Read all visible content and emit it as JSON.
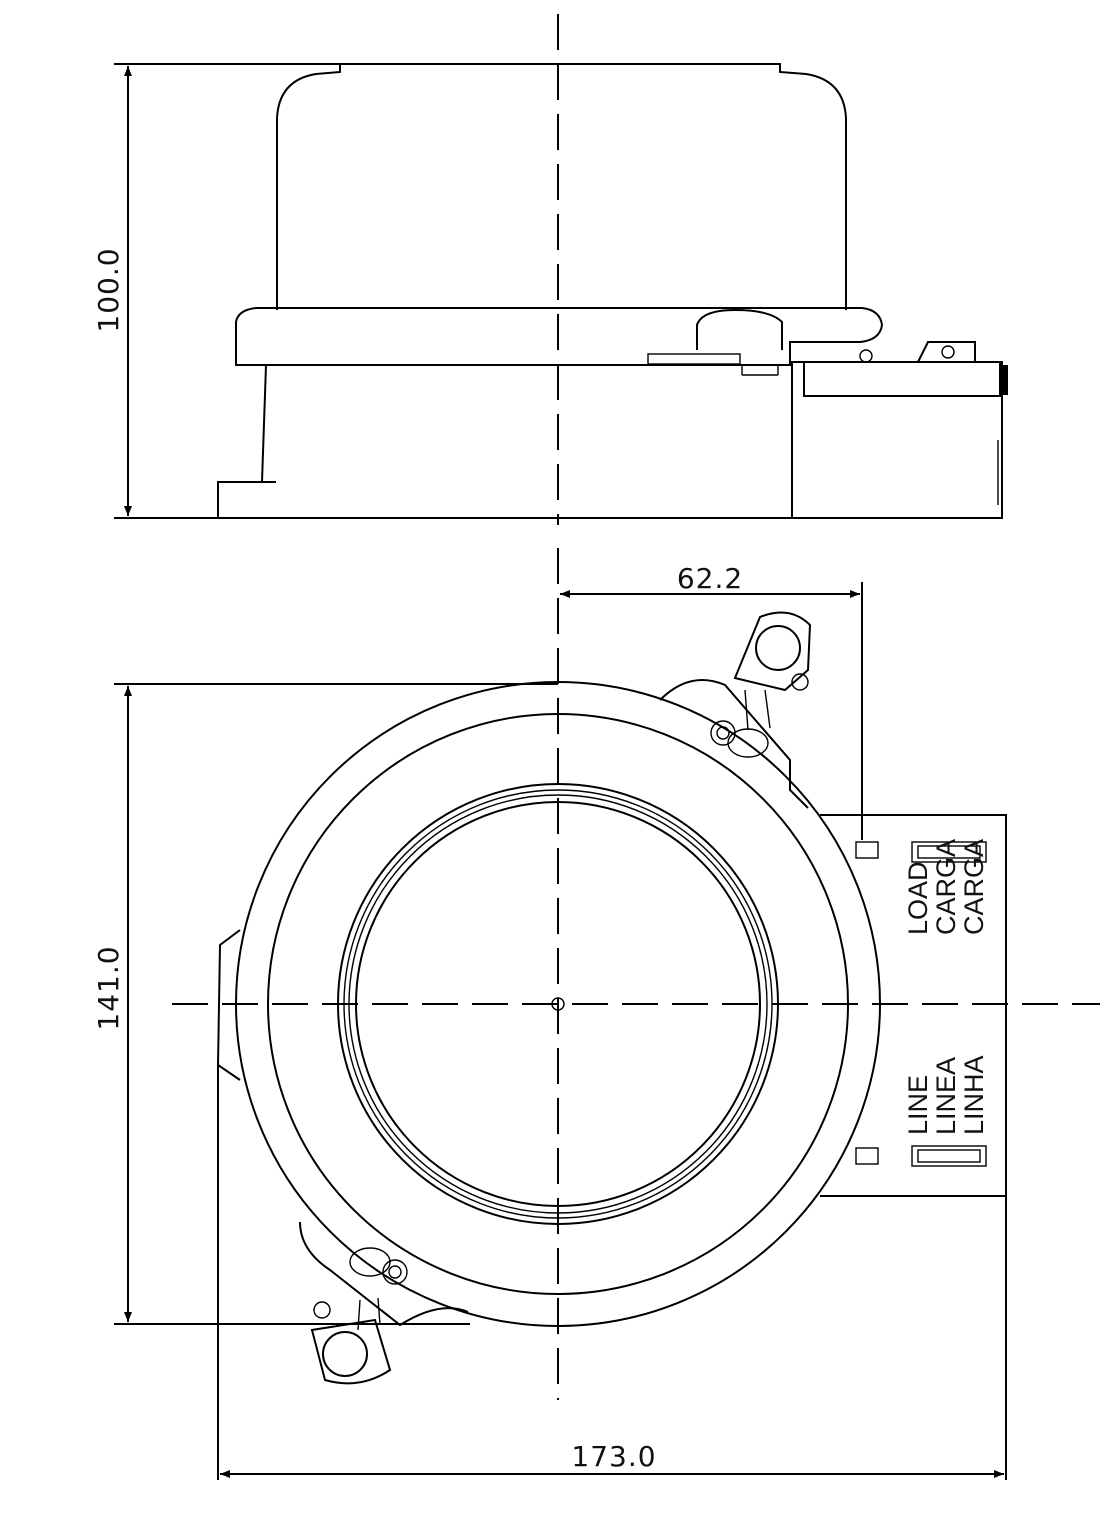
{
  "dimensions": {
    "height": "100.0",
    "offset": "62.2",
    "depth": "141.0",
    "width": "173.0"
  },
  "terminal_labels": {
    "load": [
      "LOAD",
      "CARGA",
      "CARGA"
    ],
    "line": [
      "LINE",
      "LINEA",
      "LINHA"
    ]
  }
}
